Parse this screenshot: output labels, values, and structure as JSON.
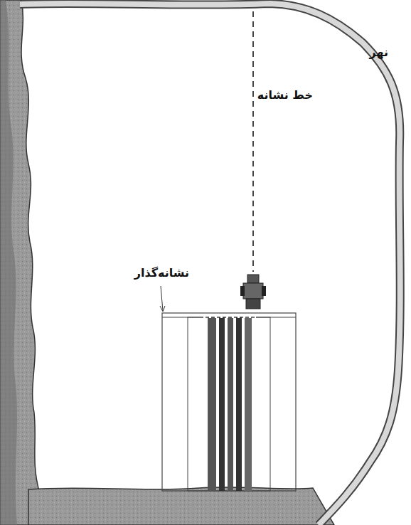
{
  "diagram": {
    "labels": [
      "نهر",
      "خط نشانه",
      "نشانه‌گذار"
    ]
  }
}
